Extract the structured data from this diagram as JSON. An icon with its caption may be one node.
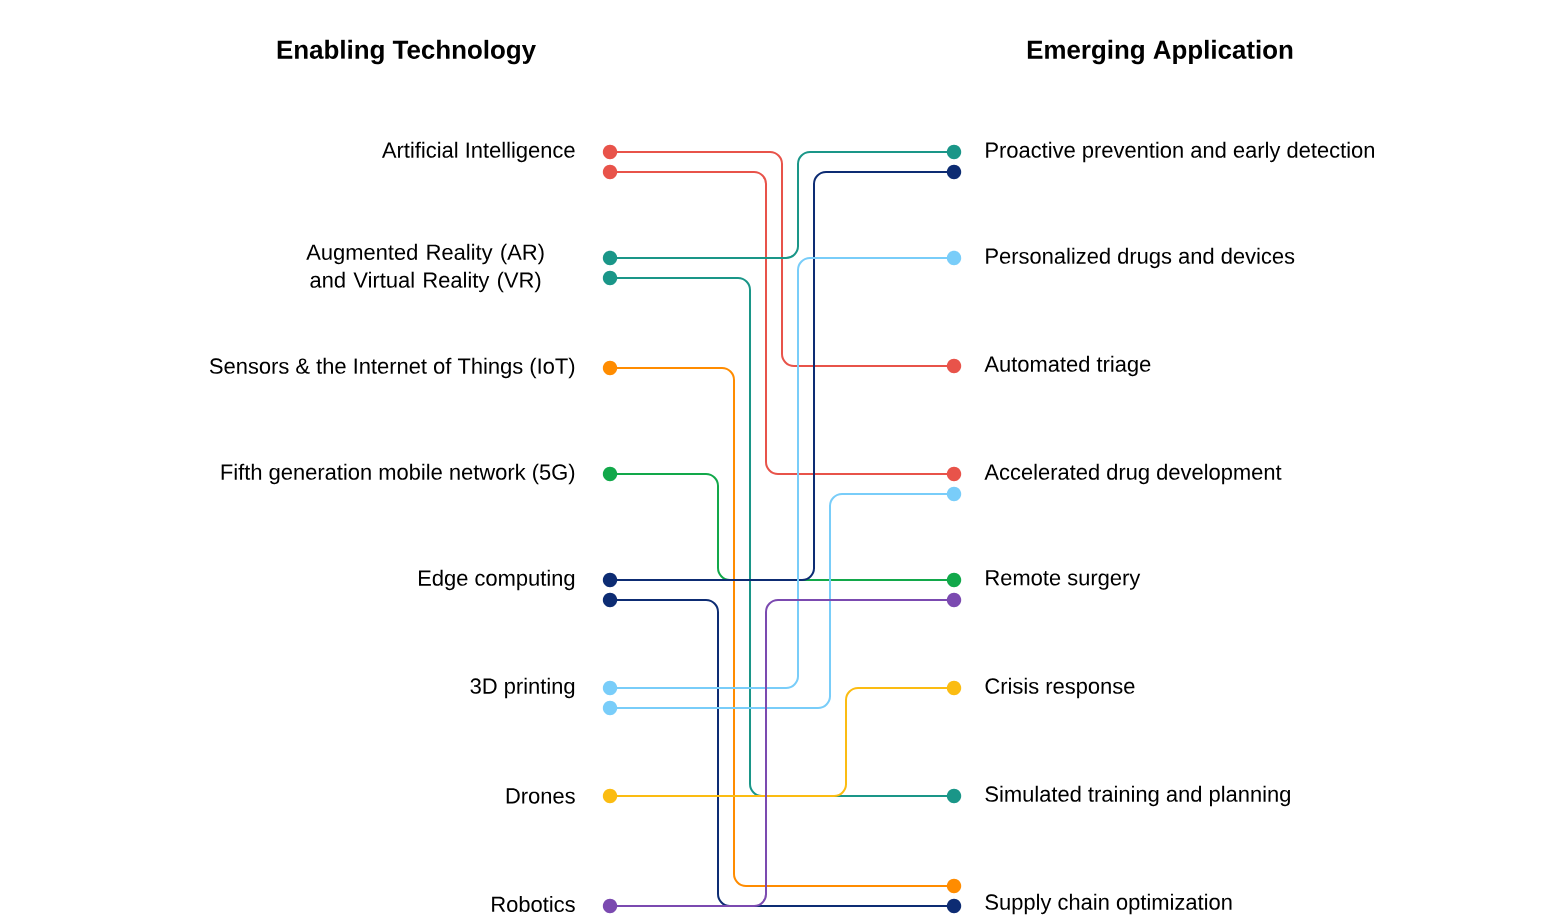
{
  "diagram": {
    "nodes": [
      {
        "text": [
          "Artificial Intelligence"
        ]
      },
      {
        "text": [
          "Augmented Reality (AR) and Virtual Reality (VR)"
        ]
      },
      {
        "text": [
          "Sensors & the Internet of Things (IoT)"
        ]
      },
      {
        "text": [
          "Fifth generation mobile network (5G)"
        ]
      },
      {
        "text": [
          "Edge computing"
        ]
      },
      {
        "text": [
          "3D printing"
        ]
      },
      {
        "text": [
          "Drones"
        ]
      },
      {
        "text": [
          "Robotics"
        ]
      },
      {
        "text": [
          "Proactive prevention and early detection"
        ]
      },
      {
        "text": [
          "Personalized drugs and devices"
        ]
      },
      {
        "text": [
          "Automated triage"
        ]
      },
      {
        "text": [
          "Accelerated drug development"
        ]
      },
      {
        "text": [
          "Remote surgery"
        ]
      },
      {
        "text": [
          "Crisis response"
        ]
      },
      {
        "text": [
          "Simulated training and planning"
        ]
      },
      {
        "text": [
          "Supply chain optimization"
        ]
      }
    ],
    "edges": [
      {
        "from": 0,
        "to": 10,
        "arrow": "other",
        "color": "#e8534a"
      },
      {
        "from": 0,
        "to": 11,
        "arrow": "other",
        "color": "#e8534a"
      },
      {
        "from": 1,
        "to": 8,
        "arrow": "other",
        "color": "#1a9688"
      },
      {
        "from": 1,
        "to": 14,
        "arrow": "other",
        "color": "#1a9688"
      },
      {
        "from": 2,
        "to": 15,
        "arrow": "other",
        "color": "#ff8c00"
      },
      {
        "from": 3,
        "to": 12,
        "arrow": "other",
        "color": "#12a84a"
      },
      {
        "from": 4,
        "to": 8,
        "arrow": "other",
        "color": "#0d2c73"
      },
      {
        "from": 4,
        "to": 15,
        "arrow": "other",
        "color": "#0d2c73"
      },
      {
        "from": 5,
        "to": 9,
        "arrow": "other",
        "color": "#79cdf9"
      },
      {
        "from": 5,
        "to": 11,
        "arrow": "other",
        "color": "#79cdf9"
      },
      {
        "from": 6,
        "to": 13,
        "arrow": "other",
        "color": "#fbbc12"
      },
      {
        "from": 7,
        "to": 12,
        "arrow": "other",
        "color": "#7b4ab0"
      }
    ],
    "labels": [
      "Enabling Technology",
      "Emerging Application"
    ]
  }
}
